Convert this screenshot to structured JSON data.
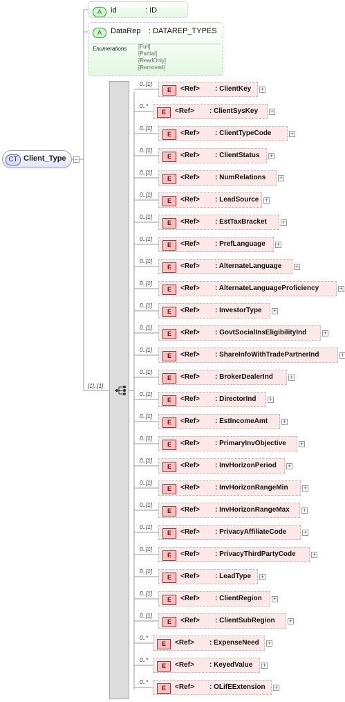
{
  "complex_type": {
    "badge": "CT",
    "name": "Client_Type"
  },
  "attributes": [
    {
      "badge": "A",
      "name": "id",
      "type": ": ID"
    },
    {
      "badge": "A",
      "name": "DataRep",
      "type": ": DATAREP_TYPES",
      "enumerations_label": "Enumerations",
      "enumerations": [
        "[Full]",
        "[Partial]",
        "[ReadOnly]",
        "[Removed]"
      ]
    }
  ],
  "sequence": {
    "cardinality": "[1]..[1]"
  },
  "elements": [
    {
      "card": "0..[1]",
      "badge": "E",
      "ref": "<Ref>",
      "name": ": ClientKey"
    },
    {
      "card": "0..*",
      "badge": "E",
      "ref": "<Ref>",
      "name": ": ClientSysKey"
    },
    {
      "card": "0..[1]",
      "badge": "E",
      "ref": "<Ref>",
      "name": ": ClientTypeCode"
    },
    {
      "card": "0..[1]",
      "badge": "E",
      "ref": "<Ref>",
      "name": ": ClientStatus"
    },
    {
      "card": "0..[1]",
      "badge": "E",
      "ref": "<Ref>",
      "name": ": NumRelations"
    },
    {
      "card": "0..[1]",
      "badge": "E",
      "ref": "<Ref>",
      "name": ": LeadSource"
    },
    {
      "card": "0..[1]",
      "badge": "E",
      "ref": "<Ref>",
      "name": ": EstTaxBracket"
    },
    {
      "card": "0..[1]",
      "badge": "E",
      "ref": "<Ref>",
      "name": ": PrefLanguage"
    },
    {
      "card": "0..[1]",
      "badge": "E",
      "ref": "<Ref>",
      "name": ": AlternateLanguage"
    },
    {
      "card": "0..[1]",
      "badge": "E",
      "ref": "<Ref>",
      "name": ": AlternateLanguageProficiency"
    },
    {
      "card": "0..[1]",
      "badge": "E",
      "ref": "<Ref>",
      "name": ": InvestorType"
    },
    {
      "card": "0..[1]",
      "badge": "E",
      "ref": "<Ref>",
      "name": ": GovtSocialInsEligibilityInd"
    },
    {
      "card": "0..[1]",
      "badge": "E",
      "ref": "<Ref>",
      "name": ": ShareInfoWithTradePartnerInd"
    },
    {
      "card": "0..[1]",
      "badge": "E",
      "ref": "<Ref>",
      "name": ": BrokerDealerInd"
    },
    {
      "card": "0..[1]",
      "badge": "E",
      "ref": "<Ref>",
      "name": ": DirectorInd"
    },
    {
      "card": "0..[1]",
      "badge": "E",
      "ref": "<Ref>",
      "name": ": EstIncomeAmt"
    },
    {
      "card": "0..[1]",
      "badge": "E",
      "ref": "<Ref>",
      "name": ": PrimaryInvObjective"
    },
    {
      "card": "0..[1]",
      "badge": "E",
      "ref": "<Ref>",
      "name": ": InvHorizonPeriod"
    },
    {
      "card": "0..[1]",
      "badge": "E",
      "ref": "<Ref>",
      "name": ": InvHorizonRangeMin"
    },
    {
      "card": "0..[1]",
      "badge": "E",
      "ref": "<Ref>",
      "name": ": InvHorizonRangeMax"
    },
    {
      "card": "0..[1]",
      "badge": "E",
      "ref": "<Ref>",
      "name": ": PrivacyAffiliateCode"
    },
    {
      "card": "0..[1]",
      "badge": "E",
      "ref": "<Ref>",
      "name": ": PrivacyThirdPartyCode"
    },
    {
      "card": "0..[1]",
      "badge": "E",
      "ref": "<Ref>",
      "name": ": LeadType"
    },
    {
      "card": "0..[1]",
      "badge": "E",
      "ref": "<Ref>",
      "name": ": ClientRegion"
    },
    {
      "card": "0..[1]",
      "badge": "E",
      "ref": "<Ref>",
      "name": ": ClientSubRegion"
    },
    {
      "card": "0..*",
      "badge": "E",
      "ref": "<Ref>",
      "name": ": ExpenseNeed"
    },
    {
      "card": "0..*",
      "badge": "E",
      "ref": "<Ref>",
      "name": ": KeyedValue"
    },
    {
      "card": "0..*",
      "badge": "E",
      "ref": "<Ref>",
      "name": ": OLifEExtension"
    }
  ]
}
